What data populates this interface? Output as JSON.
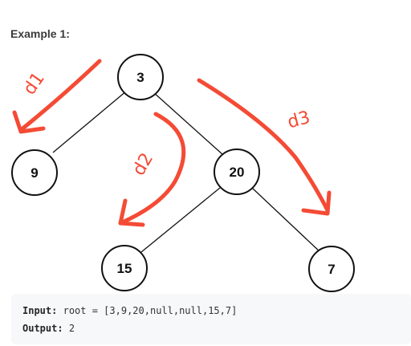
{
  "example": {
    "title": "Example 1:"
  },
  "tree": {
    "nodes": [
      {
        "id": "n3",
        "label": "3"
      },
      {
        "id": "n9",
        "label": "9"
      },
      {
        "id": "n20",
        "label": "20"
      },
      {
        "id": "n15",
        "label": "15"
      },
      {
        "id": "n7",
        "label": "7"
      }
    ],
    "annotations": [
      "d1",
      "d2",
      "d3"
    ],
    "annotation_color": "#f44b35",
    "node_border_color": "#111111"
  },
  "io": {
    "input_label": "Input:",
    "input_value": "root = [3,9,20,null,null,15,7]",
    "output_label": "Output:",
    "output_value": "2"
  }
}
